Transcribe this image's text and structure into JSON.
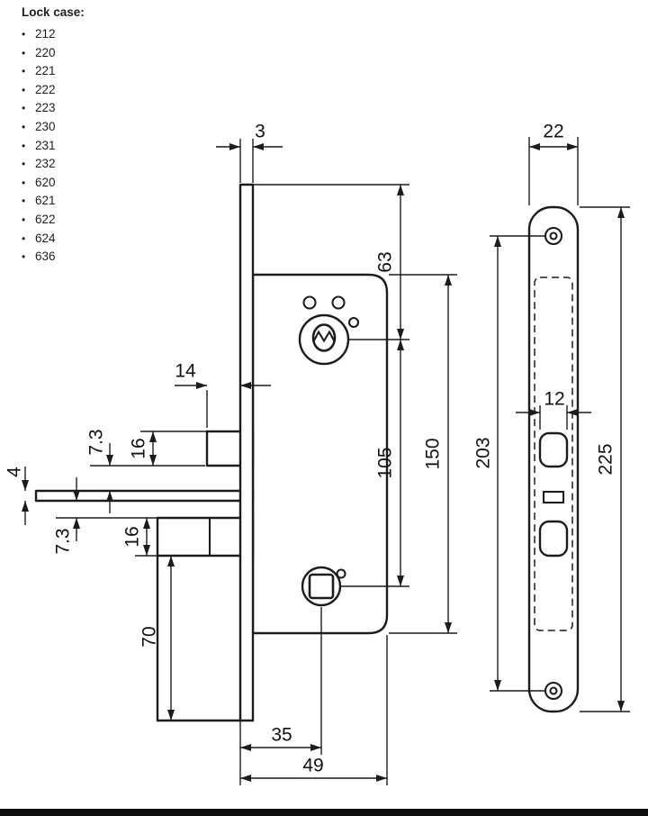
{
  "page": {
    "title": "Lock case:",
    "bullet_icon": "•",
    "models": [
      "212",
      "220",
      "221",
      "222",
      "223",
      "230",
      "231",
      "232",
      "620",
      "621",
      "622",
      "624",
      "636"
    ]
  },
  "side_view": {
    "dims": {
      "faceplate_thickness": "3",
      "latch_protrusion": "14",
      "latch_offset": "7.3",
      "latch_height": "16",
      "strip_thickness": "4",
      "deadbolt_offset": "7.3",
      "deadbolt_height": "16",
      "lower_plate_length": "70",
      "backset": "35",
      "case_depth": "49",
      "top_to_cylinder": "63",
      "cylinder_to_spindle": "105",
      "case_height": "150"
    }
  },
  "front_view": {
    "dims": {
      "faceplate_width": "22",
      "latch_opening_width": "12",
      "screw_hole_distance": "203",
      "faceplate_length": "225"
    }
  }
}
